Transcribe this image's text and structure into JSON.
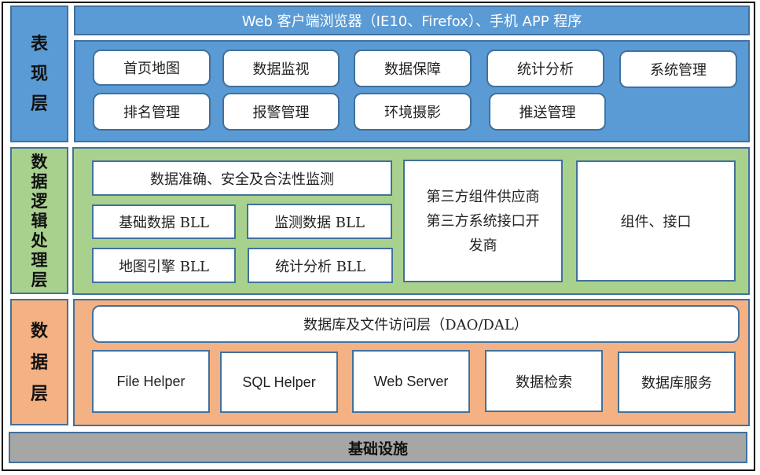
{
  "colors": {
    "presentation": "#5b9bd5",
    "logic": "#a9d18e",
    "data": "#f4b183",
    "infrastructure": "#a6a6a6",
    "border": "#41719c"
  },
  "presentation_layer": {
    "label": [
      "表",
      "现",
      "层"
    ],
    "header": "Web 客户端浏览器（IE10、Firefox）、手机 APP 程序",
    "modules_row1": [
      "首页地图",
      "数据监视",
      "数据保障",
      "统计分析",
      "系统管理"
    ],
    "modules_row2": [
      "排名管理",
      "报警管理",
      "环境摄影",
      "推送管理"
    ]
  },
  "logic_layer": {
    "label": [
      "数",
      "据",
      "逻",
      "辑",
      "处",
      "理",
      "层"
    ],
    "monitor": "数据准确、安全及合法性监测",
    "bll": [
      "基础数据 BLL",
      "监测数据 BLL",
      "地图引擎 BLL",
      "统计分析 BLL"
    ],
    "third_party": [
      "第三方组件供应商",
      "第三方系统接口开",
      "发商"
    ],
    "components": "组件、接口"
  },
  "data_layer": {
    "label": [
      "数",
      "据",
      "层"
    ],
    "access": "数据库及文件访问层（DAO/DAL）",
    "services": [
      "File Helper",
      "SQL Helper",
      "Web Server",
      "数据检索",
      "数据库服务"
    ]
  },
  "infrastructure": {
    "label": "基础设施"
  }
}
